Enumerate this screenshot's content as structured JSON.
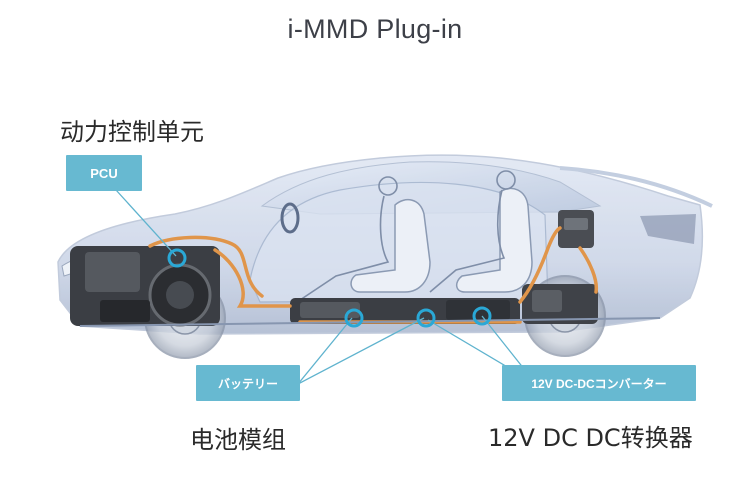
{
  "title": "i-MMD Plug-in",
  "labels": {
    "power_control_unit": "动力控制单元",
    "battery_module": "电池模组",
    "dc_converter": "12V DC DC转换器"
  },
  "tags": {
    "pcu": "PCU",
    "battery": "バッテリー",
    "dc_dc": "12V DC-DCコンバーター"
  },
  "colors": {
    "tag_fill": "#67b9d1",
    "pointer_ring": "#2aa8d6",
    "wiring": "#e0954a"
  }
}
